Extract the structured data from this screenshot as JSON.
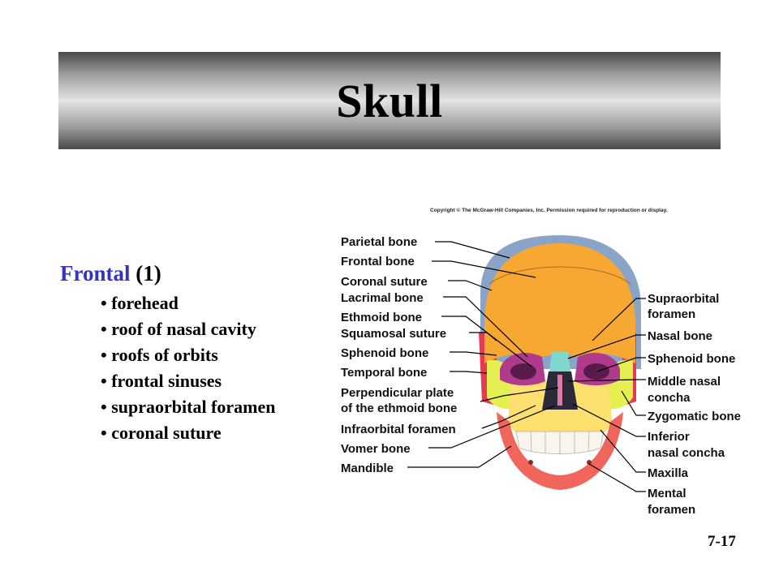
{
  "title": "Skull",
  "frontal": {
    "name": "Frontal",
    "count": "(1)"
  },
  "bullets": [
    "forehead",
    "roof of nasal cavity",
    "roofs of orbits",
    "frontal sinuses",
    "supraorbital foramen",
    "coronal suture"
  ],
  "copyright": "Copyright © The McGraw-Hill Companies, Inc. Permission required for reproduction or display.",
  "page_number": "7-17",
  "left_labels": [
    [
      "Parietal bone"
    ],
    [
      "Frontal bone"
    ],
    [
      "Coronal suture"
    ],
    [
      "Lacrimal bone"
    ],
    [
      "Ethmoid bone"
    ],
    [
      "Squamosal suture"
    ],
    [
      "Sphenoid bone"
    ],
    [
      "Temporal bone"
    ],
    [
      "Perpendicular plate",
      "of the ethmoid bone"
    ],
    [
      "Infraorbital foramen"
    ],
    [
      "Vomer bone"
    ],
    [
      "Mandible"
    ]
  ],
  "right_labels": [
    [
      "Supraorbital",
      "foramen"
    ],
    [
      "Nasal bone"
    ],
    [
      "Sphenoid bone"
    ],
    [
      "Middle nasal",
      "concha"
    ],
    [
      "Zygomatic bone"
    ],
    [
      "Inferior",
      "nasal concha"
    ],
    [
      "Maxilla"
    ],
    [
      "Mental",
      "foramen"
    ]
  ],
  "colors": {
    "frontal": "#f7a832",
    "parietal": "#8aa4c8",
    "zygomatic": "#e6ef50",
    "maxilla": "#fde070",
    "mandible": "#f0655c",
    "sphenoid": "#b03a8c",
    "temporal": "#e53a50",
    "nasal": "#80d8cc",
    "accent": "#3333cc"
  }
}
